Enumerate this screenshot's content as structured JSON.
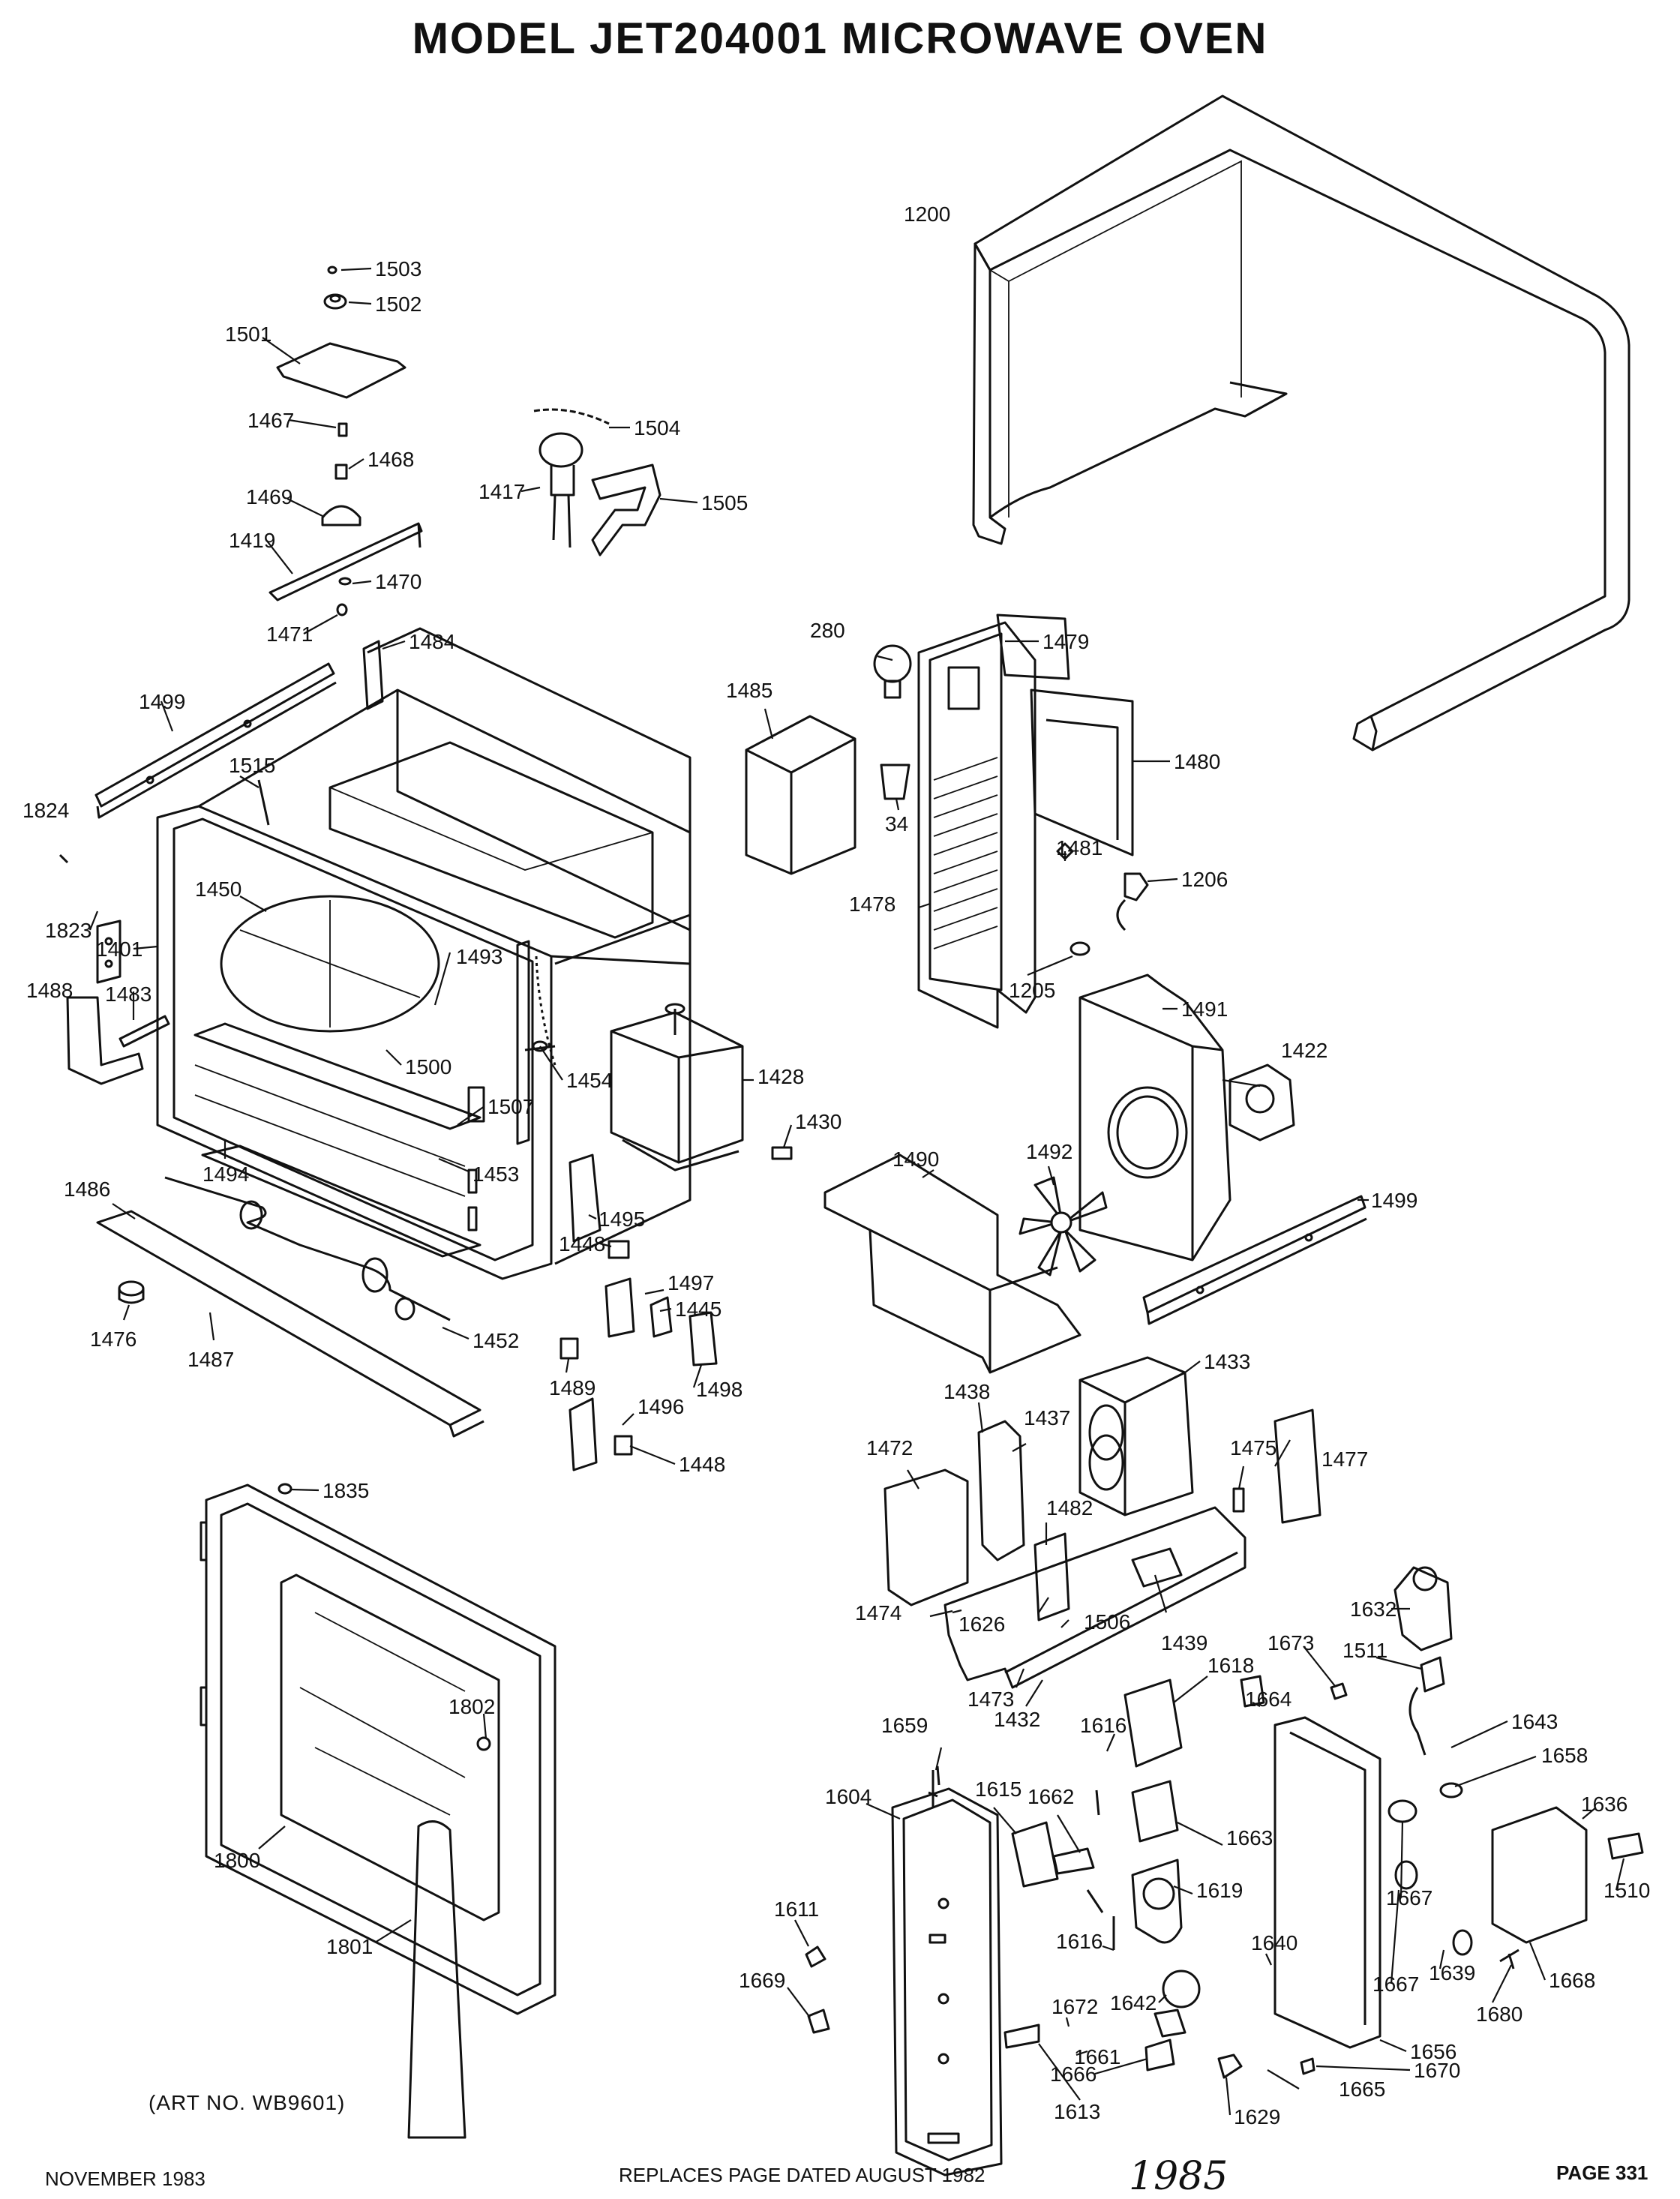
{
  "title": "MODEL  JET204001  MICROWAVE OVEN",
  "art_no": "(ART NO. WB9601)",
  "footer": {
    "left": "NOVEMBER 1983",
    "center": "REPLACES PAGE DATED AUGUST 1982",
    "handwritten": "1985",
    "page": "PAGE 331"
  },
  "parts": [
    {
      "num": "1200"
    },
    {
      "num": "1503"
    },
    {
      "num": "1502"
    },
    {
      "num": "1501"
    },
    {
      "num": "1467"
    },
    {
      "num": "1468"
    },
    {
      "num": "1469"
    },
    {
      "num": "1419"
    },
    {
      "num": "1470"
    },
    {
      "num": "1471"
    },
    {
      "num": "1504"
    },
    {
      "num": "1417"
    },
    {
      "num": "1505"
    },
    {
      "num": "1484"
    },
    {
      "num": "1499"
    },
    {
      "num": "1515"
    },
    {
      "num": "1824"
    },
    {
      "num": "1823"
    },
    {
      "num": "1450"
    },
    {
      "num": "1401"
    },
    {
      "num": "1493"
    },
    {
      "num": "1488"
    },
    {
      "num": "1483"
    },
    {
      "num": "1454"
    },
    {
      "num": "1500"
    },
    {
      "num": "1507"
    },
    {
      "num": "1494"
    },
    {
      "num": "1453"
    },
    {
      "num": "1486"
    },
    {
      "num": "1495"
    },
    {
      "num": "1448"
    },
    {
      "num": "1476"
    },
    {
      "num": "1487"
    },
    {
      "num": "1452"
    },
    {
      "num": "1497"
    },
    {
      "num": "1445"
    },
    {
      "num": "1489"
    },
    {
      "num": "1498"
    },
    {
      "num": "1496"
    },
    {
      "num": "1448"
    },
    {
      "num": "280"
    },
    {
      "num": "1479"
    },
    {
      "num": "1485"
    },
    {
      "num": "34"
    },
    {
      "num": "1480"
    },
    {
      "num": "1481"
    },
    {
      "num": "1206"
    },
    {
      "num": "1478"
    },
    {
      "num": "1205"
    },
    {
      "num": "1491"
    },
    {
      "num": "1422"
    },
    {
      "num": "1428"
    },
    {
      "num": "1430"
    },
    {
      "num": "1490"
    },
    {
      "num": "1492"
    },
    {
      "num": "1499"
    },
    {
      "num": "1433"
    },
    {
      "num": "1438"
    },
    {
      "num": "1437"
    },
    {
      "num": "1472"
    },
    {
      "num": "1475"
    },
    {
      "num": "1477"
    },
    {
      "num": "1482"
    },
    {
      "num": "1474"
    },
    {
      "num": "1626"
    },
    {
      "num": "1506"
    },
    {
      "num": "1439"
    },
    {
      "num": "1632"
    },
    {
      "num": "1473"
    },
    {
      "num": "1432"
    },
    {
      "num": "1618"
    },
    {
      "num": "1673"
    },
    {
      "num": "1511"
    },
    {
      "num": "1664"
    },
    {
      "num": "1643"
    },
    {
      "num": "1659"
    },
    {
      "num": "1616"
    },
    {
      "num": "1658"
    },
    {
      "num": "1604"
    },
    {
      "num": "1615"
    },
    {
      "num": "1662"
    },
    {
      "num": "1663"
    },
    {
      "num": "1636"
    },
    {
      "num": "1619"
    },
    {
      "num": "1667"
    },
    {
      "num": "1510"
    },
    {
      "num": "1611"
    },
    {
      "num": "1616"
    },
    {
      "num": "1640"
    },
    {
      "num": "1639"
    },
    {
      "num": "1669"
    },
    {
      "num": "1672"
    },
    {
      "num": "1667"
    },
    {
      "num": "1668"
    },
    {
      "num": "1642"
    },
    {
      "num": "1680"
    },
    {
      "num": "1656"
    },
    {
      "num": "1661"
    },
    {
      "num": "1670"
    },
    {
      "num": "1666"
    },
    {
      "num": "1665"
    },
    {
      "num": "1613"
    },
    {
      "num": "1629"
    },
    {
      "num": "1835"
    },
    {
      "num": "1802"
    },
    {
      "num": "1800"
    },
    {
      "num": "1801"
    }
  ]
}
